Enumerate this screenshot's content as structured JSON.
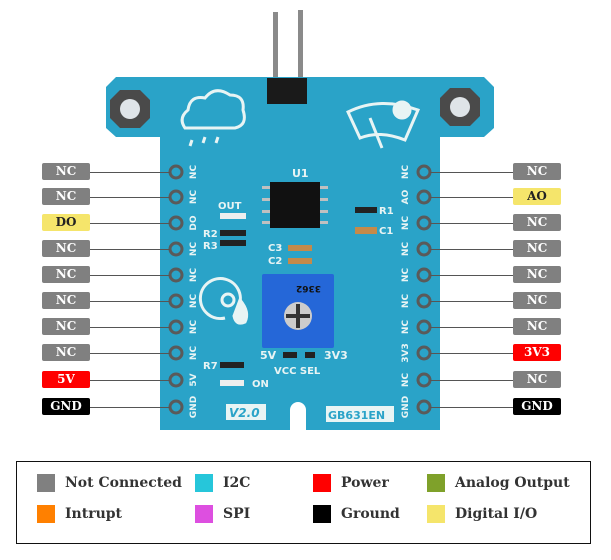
{
  "left_pins": [
    {
      "label": "NC",
      "color": "#808080",
      "text": "#ffffff"
    },
    {
      "label": "NC",
      "color": "#808080",
      "text": "#ffffff"
    },
    {
      "label": "DO",
      "color": "#f5e56b",
      "text": "#222222"
    },
    {
      "label": "NC",
      "color": "#808080",
      "text": "#ffffff"
    },
    {
      "label": "NC",
      "color": "#808080",
      "text": "#ffffff"
    },
    {
      "label": "NC",
      "color": "#808080",
      "text": "#ffffff"
    },
    {
      "label": "NC",
      "color": "#808080",
      "text": "#ffffff"
    },
    {
      "label": "NC",
      "color": "#808080",
      "text": "#ffffff"
    },
    {
      "label": "5V",
      "color": "#ff0000",
      "text": "#ffffff"
    },
    {
      "label": "GND",
      "color": "#000000",
      "text": "#ffffff"
    }
  ],
  "right_pins": [
    {
      "label": "NC",
      "color": "#808080",
      "text": "#ffffff"
    },
    {
      "label": "AO",
      "color": "#f5e56b",
      "text": "#222222"
    },
    {
      "label": "NC",
      "color": "#808080",
      "text": "#ffffff"
    },
    {
      "label": "NC",
      "color": "#808080",
      "text": "#ffffff"
    },
    {
      "label": "NC",
      "color": "#808080",
      "text": "#ffffff"
    },
    {
      "label": "NC",
      "color": "#808080",
      "text": "#ffffff"
    },
    {
      "label": "NC",
      "color": "#808080",
      "text": "#ffffff"
    },
    {
      "label": "3V3",
      "color": "#ff0000",
      "text": "#ffffff"
    },
    {
      "label": "NC",
      "color": "#808080",
      "text": "#ffffff"
    },
    {
      "label": "GND",
      "color": "#000000",
      "text": "#ffffff"
    }
  ],
  "board": {
    "color": "#2aa3c8",
    "left_silk": [
      "NC",
      "NC",
      "DO",
      "NC",
      "NC",
      "NC",
      "NC",
      "NC",
      "5V",
      "GND"
    ],
    "right_silk": [
      "NC",
      "AO",
      "NC",
      "NC",
      "NC",
      "NC",
      "NC",
      "3V3",
      "NC",
      "GND"
    ],
    "u1": "U1",
    "out": "OUT",
    "r1": "R1",
    "c1": "C1",
    "r2": "R2",
    "r3": "R3",
    "c2": "C2",
    "c3": "C3",
    "r7": "R7",
    "on": "ON",
    "pot": "3362",
    "v5": "5V",
    "v33": "3V3",
    "vcc_sel": "VCC SEL",
    "version": "V2.0",
    "model": "GB631EN"
  },
  "legend": [
    {
      "label": "Not Connected",
      "color": "#808080"
    },
    {
      "label": "I2C",
      "color": "#26c6da"
    },
    {
      "label": "Power",
      "color": "#ff0000"
    },
    {
      "label": "Analog Output",
      "color": "#7fa12a"
    },
    {
      "label": "Intrupt",
      "color": "#ff8000"
    },
    {
      "label": "SPI",
      "color": "#dd4fe0"
    },
    {
      "label": "Ground",
      "color": "#000000"
    },
    {
      "label": "Digital I/O",
      "color": "#f5e56b"
    }
  ]
}
